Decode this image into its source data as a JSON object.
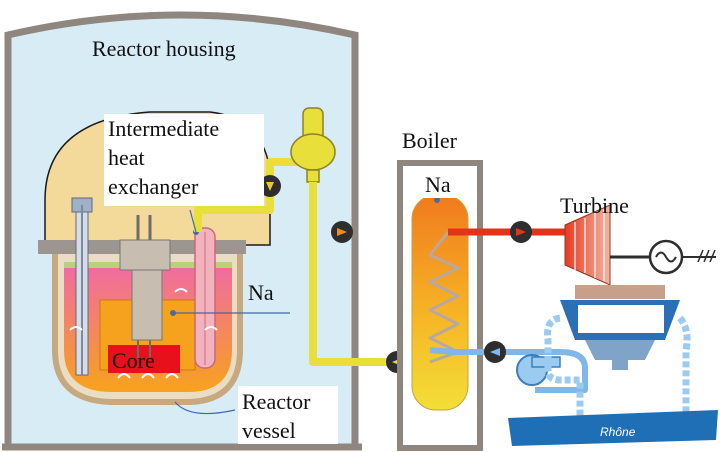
{
  "diagram": {
    "labels": {
      "reactor_housing": "Reactor housing",
      "ihx_line1": "Intermediate",
      "ihx_line2": "heat",
      "ihx_line3": "exchanger",
      "sodium_pool": "Na",
      "core": "Core",
      "reactor_vessel_line1": "Reactor",
      "reactor_vessel_line2": "vessel",
      "boiler": "Boiler",
      "boiler_sodium": "Na",
      "turbine": "Turbine",
      "river": "Rhône"
    },
    "colors": {
      "housing_wall": "#8f8680",
      "housing_fill": "#d8ecf6",
      "dome_fill": "#f3d99a",
      "vessel_wall": "#c7a980",
      "sodium_pool": "#f0509a",
      "core": "#e8101a",
      "primary_sodium": "#f7a21c",
      "hot_loop": "#e8501a",
      "cold_loop": "#e9df3a",
      "boiler_fill": "#f4c62a",
      "water_line": "#7fb8e8",
      "river": "#1f6fb6",
      "pump_circle": "#2e2e2e"
    },
    "icons": {
      "pump": "pump-icon",
      "generator": "generator-icon",
      "flow_arrow": "flow-arrow-icon"
    }
  }
}
